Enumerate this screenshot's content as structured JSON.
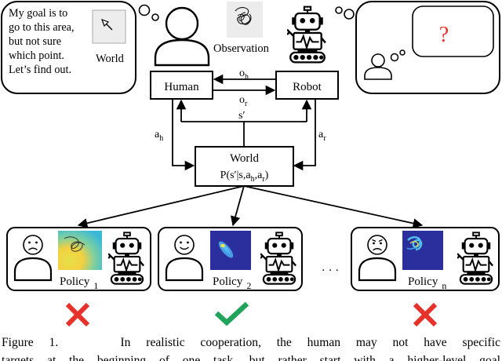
{
  "human_thought": {
    "lines": [
      "My goal is to",
      "go to this area,",
      "but not sure",
      "which point.",
      "Let’s find out."
    ],
    "world_label": "World"
  },
  "observation_label": "Observation",
  "robot_thought_mark": "?",
  "nodes": {
    "human": "Human",
    "robot": "Robot",
    "world": "World",
    "transition_parts": [
      "P(s′|s,a",
      "h",
      ",a",
      "r",
      ")"
    ]
  },
  "edge_labels": {
    "o_h": [
      "o",
      "h"
    ],
    "o_r": [
      "o",
      "r"
    ],
    "s_prime": "s′",
    "a_h": [
      "a",
      "h"
    ],
    "a_r": [
      "a",
      "r"
    ]
  },
  "policies": [
    {
      "label": "Policy",
      "sub": "1",
      "face": "sad",
      "heatmap": "warm",
      "outcome": "fail"
    },
    {
      "label": "Policy",
      "sub": "2",
      "face": "happy",
      "heatmap": "cool-focused",
      "outcome": "success"
    },
    {
      "label": "Policy",
      "sub": "n",
      "face": "angry",
      "heatmap": "cool-scattered",
      "outcome": "fail"
    }
  ],
  "ellipsis": "· · ·",
  "colors": {
    "success": "#22a35a",
    "fail": "#e5322b",
    "heat_cool": "#2b2f9e",
    "heat_warm": "#f4d03f"
  },
  "caption": {
    "line1": "Figure 1.    In realistic cooperation, the human may not have specific",
    "line2": "targets at the beginning of one task, but rather start with a higher-level goal"
  }
}
